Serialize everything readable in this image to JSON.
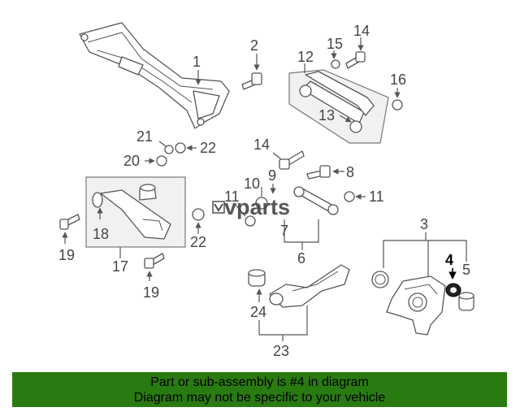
{
  "diagram": {
    "callouts": [
      "1",
      "2",
      "3",
      "4",
      "5",
      "6",
      "7",
      "8",
      "9",
      "10",
      "11",
      "11",
      "12",
      "13",
      "14",
      "14",
      "15",
      "16",
      "17",
      "18",
      "19",
      "19",
      "20",
      "21",
      "22",
      "22",
      "23",
      "24"
    ],
    "highlight": "4",
    "watermark": "vparts"
  },
  "banner": {
    "line1": "Part or sub-assembly is #4 in diagram",
    "line2": "Diagram may not be specific to your vehicle"
  },
  "colors": {
    "banner_bg": "#2a7a12",
    "panel_bg": "#f1f1f1",
    "line": "#555555"
  }
}
